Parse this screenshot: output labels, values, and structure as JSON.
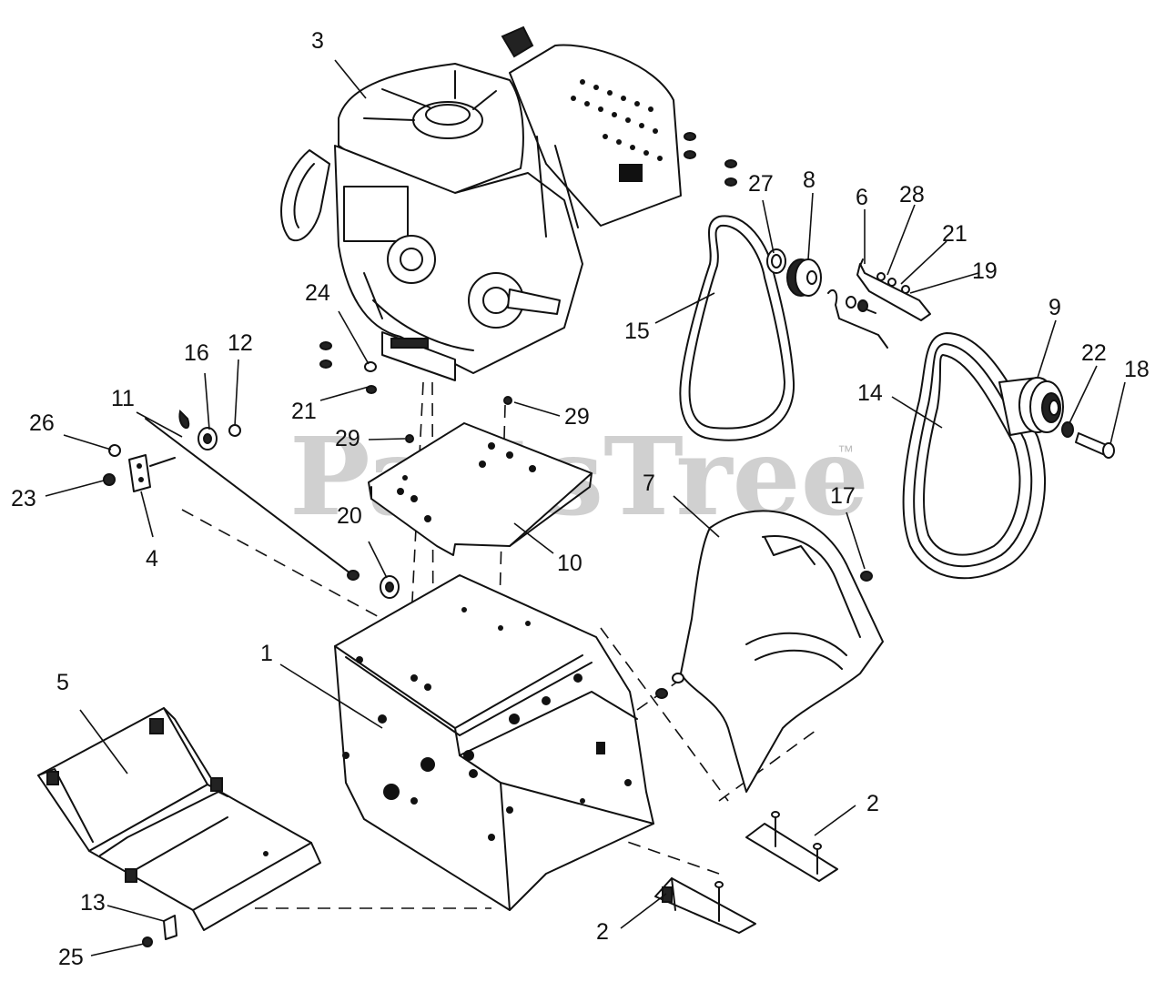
{
  "watermark": {
    "text": "PartsTree",
    "trademark": "™"
  },
  "callouts": {
    "c1": "1",
    "c2a": "2",
    "c2b": "2",
    "c3": "3",
    "c4": "4",
    "c5": "5",
    "c6": "6",
    "c7": "7",
    "c8": "8",
    "c9": "9",
    "c10": "10",
    "c11": "11",
    "c12": "12",
    "c13": "13",
    "c14": "14",
    "c15": "15",
    "c16": "16",
    "c17": "17",
    "c18": "18",
    "c19": "19",
    "c20": "20",
    "c21a": "21",
    "c21b": "21",
    "c22": "22",
    "c23": "23",
    "c24": "24",
    "c25": "25",
    "c26": "26",
    "c27": "27",
    "c28": "28",
    "c29a": "29",
    "c29b": "29"
  }
}
